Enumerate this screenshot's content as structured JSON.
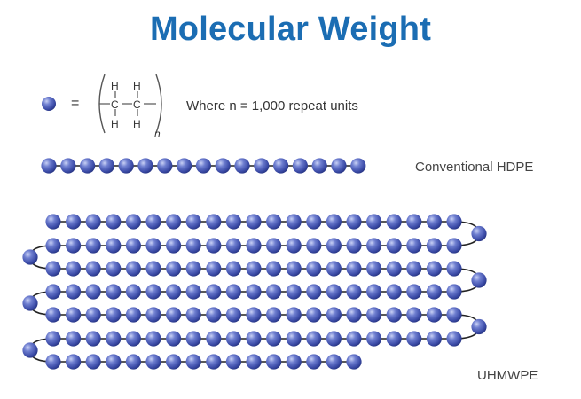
{
  "title": "Molecular Weight",
  "legend": {
    "equals": "=",
    "formula": {
      "h_top_1": "H",
      "h_top_2": "H",
      "c_1": "C",
      "c_2": "C",
      "h_bottom_1": "H",
      "h_bottom_2": "H",
      "subscript": "n"
    },
    "description": "Where n = 1,000 repeat units"
  },
  "chains": {
    "conventional": {
      "label": "Conventional HDPE",
      "bead_count": 17
    },
    "uhmwpe": {
      "label": "UHMWPE",
      "rows": 7,
      "beads_per_full_row": 21,
      "beads_last_row": 16
    }
  },
  "colors": {
    "title": "#1b6db3",
    "bead": "#4a5cb8",
    "bead_highlight": "#b8c2f0",
    "bead_dark": "#2a3888",
    "connector": "#222222"
  }
}
